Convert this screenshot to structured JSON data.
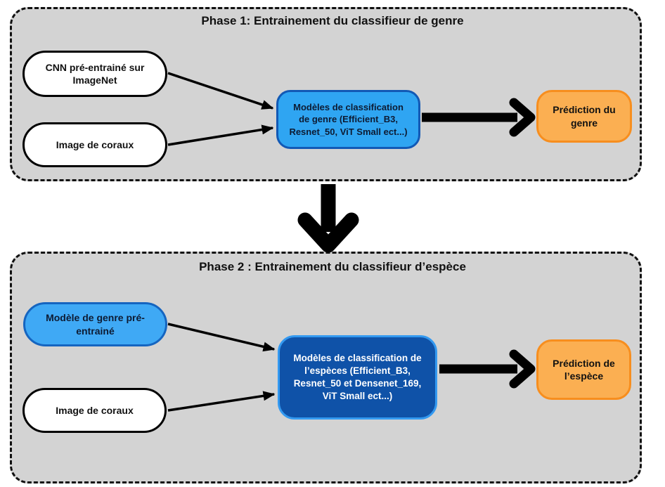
{
  "phase1": {
    "title": "Phase 1: Entrainement du classifieur de genre",
    "input1_lines": [
      "CNN pré-entrainé sur",
      "ImageNet"
    ],
    "input2": "Image de coraux",
    "model_lines": [
      "Modèles de classification",
      "de genre (Efficient_B3,",
      "Resnet_50, ViT Small ect...)"
    ],
    "output_lines": [
      "Prédiction du",
      "genre"
    ]
  },
  "phase2": {
    "title": "Phase 2 : Entrainement du classifieur d’espèce",
    "input1_lines": [
      "Modèle de genre pré-",
      "entrainé"
    ],
    "input2": "Image de coraux",
    "model_lines": [
      "Modèles de classification de",
      "l’espèces (Efficient_B3,",
      "Resnet_50 et Densenet_169,",
      "ViT Small ect...)"
    ],
    "output_lines": [
      "Prédiction de",
      "l’espèce"
    ]
  },
  "colors": {
    "container_fill": "#d3d3d3",
    "container_border": "#111111",
    "white_node_fill": "#ffffff",
    "white_node_border": "#000000",
    "blue_node_fill": "#3fa9f5",
    "blue_node_border": "#1565c0",
    "classifier1_fill": "#2fa5f2",
    "classifier1_border": "#1259b5",
    "classifier2_fill": "#0f52a8",
    "classifier2_border": "#3399f0",
    "prediction_fill": "#fbaf52",
    "prediction_border": "#f78e1e",
    "arrow_color": "#000000"
  }
}
